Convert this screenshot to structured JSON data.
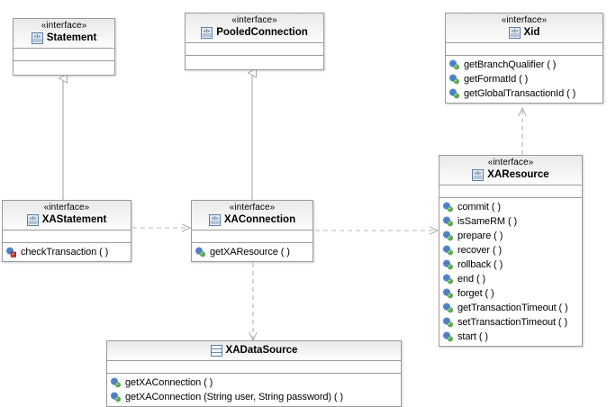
{
  "diagram": {
    "type": "uml-class-diagram",
    "background": "#ffffff",
    "border_color": "#9a9a9a",
    "header_gradient": [
      "#e9e9e9",
      "#fcfcfc"
    ],
    "stereotype_text": "«interface»"
  },
  "classes": [
    {
      "id": "statement",
      "name": "Statement",
      "stereotype": "«interface»",
      "kind": "interface",
      "icon": "interface-icon",
      "operations": []
    },
    {
      "id": "pooled_connection",
      "name": "PooledConnection",
      "stereotype": "«interface»",
      "kind": "interface",
      "icon": "interface-icon",
      "operations": []
    },
    {
      "id": "xid",
      "name": "Xid",
      "stereotype": "«interface»",
      "kind": "interface",
      "icon": "interface-icon",
      "operations": [
        {
          "label": "getBranchQualifier ( )",
          "icon": "method-public-icon"
        },
        {
          "label": "getFormatId ( )",
          "icon": "method-public-icon"
        },
        {
          "label": "getGlobalTransactionId ( )",
          "icon": "method-public-icon"
        }
      ]
    },
    {
      "id": "xaresource",
      "name": "XAResource",
      "stereotype": "«interface»",
      "kind": "interface",
      "icon": "interface-icon",
      "operations": [
        {
          "label": "commit ( )",
          "icon": "method-public-icon"
        },
        {
          "label": "isSameRM ( )",
          "icon": "method-public-icon"
        },
        {
          "label": "prepare ( )",
          "icon": "method-public-icon"
        },
        {
          "label": "recover ( )",
          "icon": "method-public-icon"
        },
        {
          "label": "rollback ( )",
          "icon": "method-public-icon"
        },
        {
          "label": "end ( )",
          "icon": "method-public-icon"
        },
        {
          "label": "forget ( )",
          "icon": "method-public-icon"
        },
        {
          "label": "getTransactionTimeout ( )",
          "icon": "method-public-icon"
        },
        {
          "label": "setTransactionTimeout ( )",
          "icon": "method-public-icon"
        },
        {
          "label": "start ( )",
          "icon": "method-public-icon"
        }
      ]
    },
    {
      "id": "xastatement",
      "name": "XAStatement",
      "stereotype": "«interface»",
      "kind": "interface",
      "icon": "interface-icon",
      "operations": [
        {
          "label": "checkTransaction ( )",
          "icon": "method-private-icon"
        }
      ]
    },
    {
      "id": "xaconnection",
      "name": "XAConnection",
      "stereotype": "«interface»",
      "kind": "interface",
      "icon": "interface-icon",
      "operations": [
        {
          "label": "getXAResource ( )",
          "icon": "method-public-icon"
        }
      ]
    },
    {
      "id": "xadatasource",
      "name": "XADataSource",
      "stereotype": "",
      "kind": "class",
      "icon": "class-icon",
      "operations": [
        {
          "label": "getXAConnection ( )",
          "icon": "method-public-icon"
        },
        {
          "label": "getXAConnection (String user, String password)  ( )",
          "icon": "method-public-icon"
        }
      ]
    }
  ],
  "relations": [
    {
      "id": "rel-xastatement-statement",
      "from": "xastatement",
      "to": "statement",
      "type": "generalization",
      "line": "solid",
      "arrow": "hollow-triangle"
    },
    {
      "id": "rel-xaconnection-pooledconnection",
      "from": "xaconnection",
      "to": "pooled_connection",
      "type": "generalization",
      "line": "solid",
      "arrow": "hollow-triangle"
    },
    {
      "id": "rel-xastatement-xaconnection",
      "from": "xastatement",
      "to": "xaconnection",
      "type": "dependency",
      "line": "dashed",
      "arrow": "open"
    },
    {
      "id": "rel-xaconnection-xaresource",
      "from": "xaconnection",
      "to": "xaresource",
      "type": "dependency",
      "line": "dashed",
      "arrow": "open"
    },
    {
      "id": "rel-xaconnection-xadatasource",
      "from": "xaconnection",
      "to": "xadatasource",
      "type": "dependency",
      "line": "dashed",
      "arrow": "open"
    },
    {
      "id": "rel-xaresource-xid",
      "from": "xaresource",
      "to": "xid",
      "type": "dependency",
      "line": "dashed",
      "arrow": "open"
    }
  ]
}
